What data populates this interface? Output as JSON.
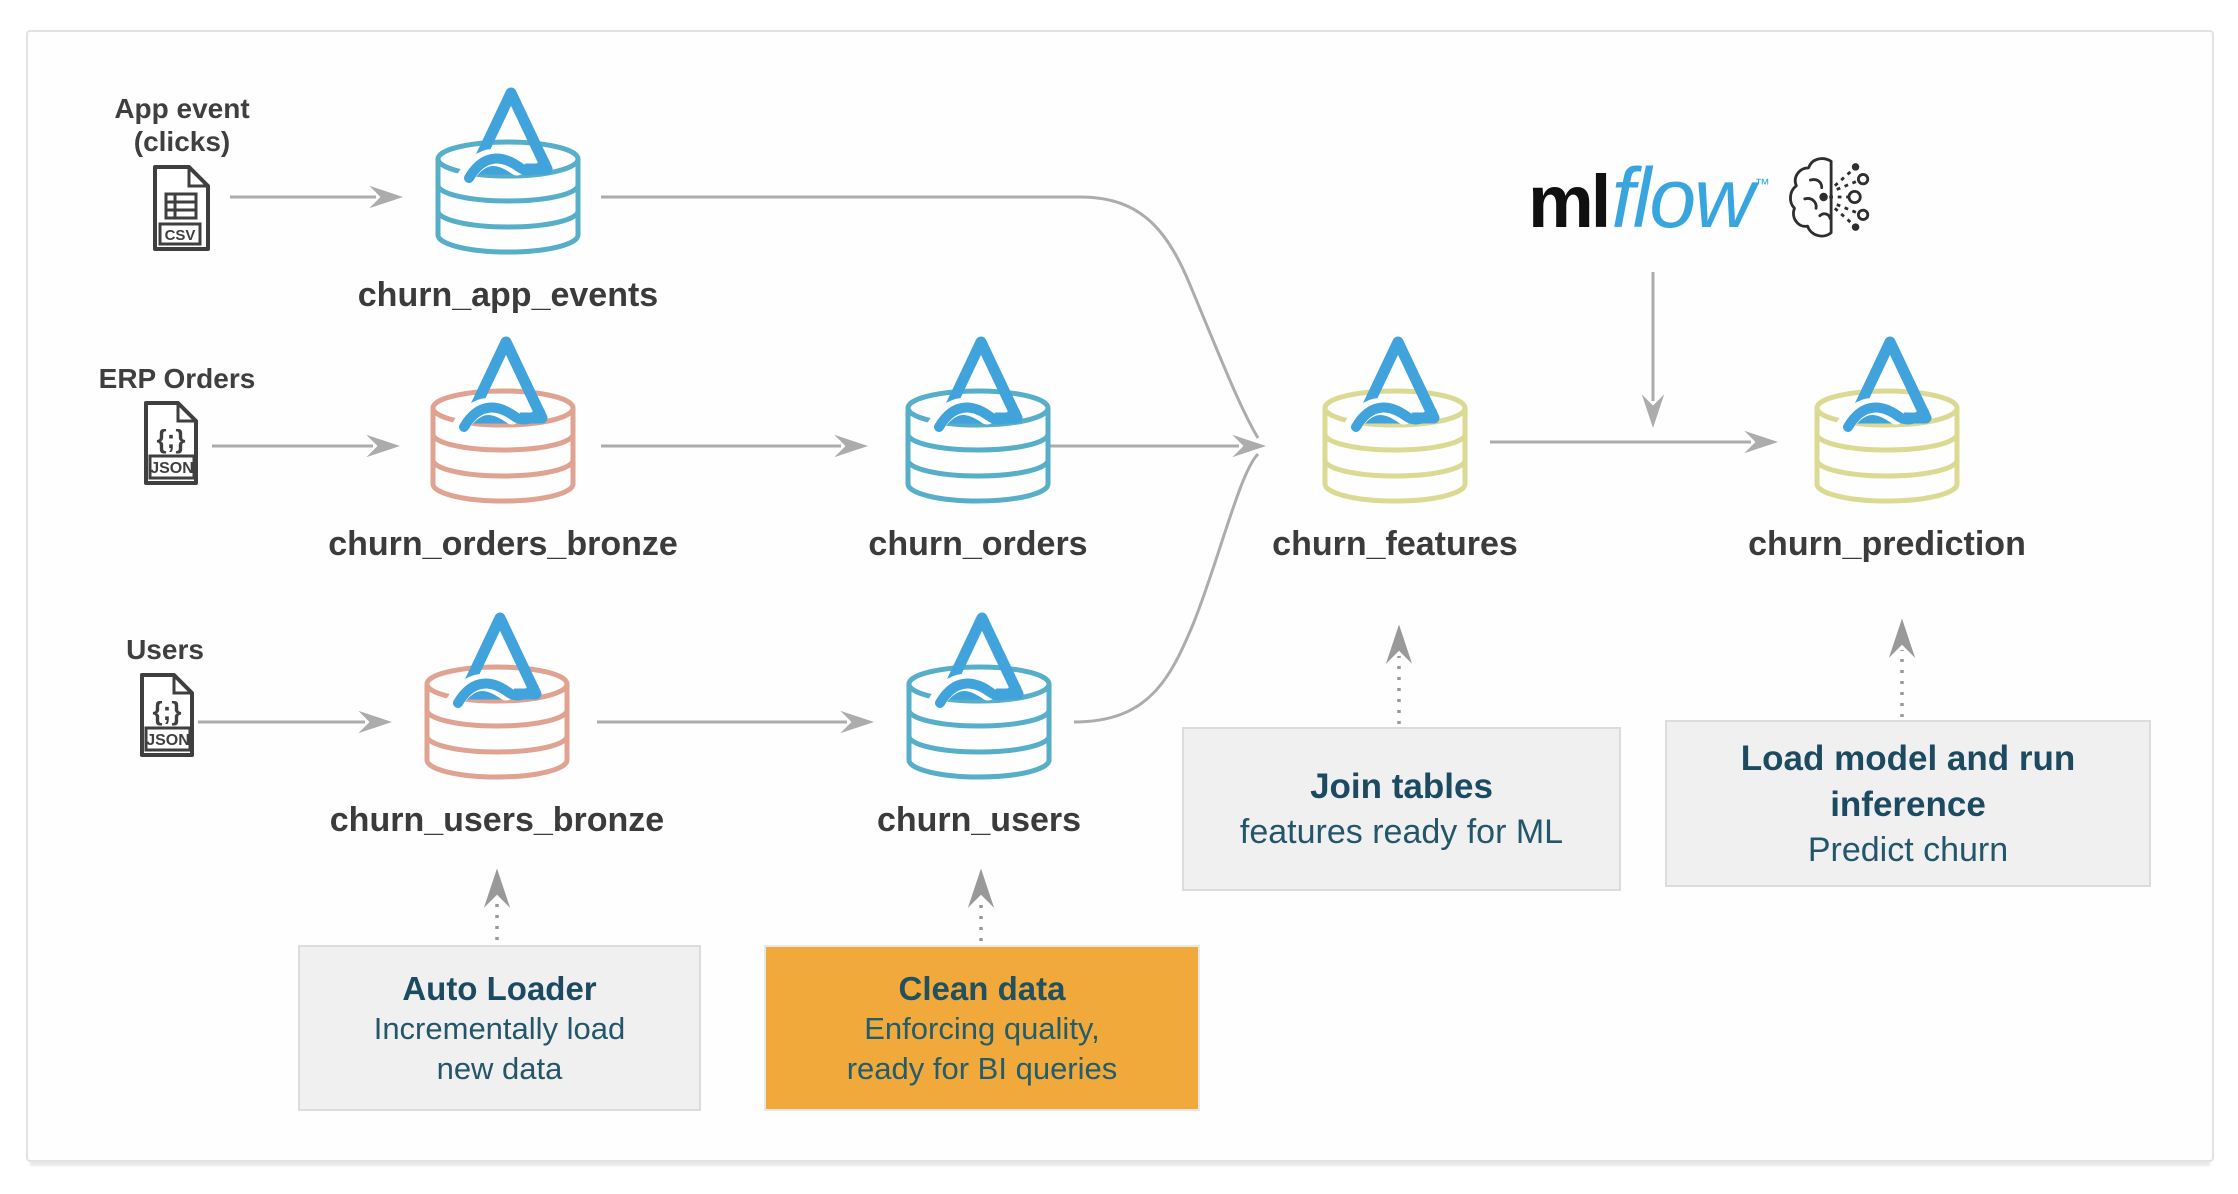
{
  "sources": [
    {
      "label_lines": [
        "App event",
        "(clicks)"
      ],
      "file_type": "CSV"
    },
    {
      "label_lines": [
        "ERP Orders"
      ],
      "file_type": "JSON",
      "glyph": "{;}"
    },
    {
      "label_lines": [
        "Users"
      ],
      "file_type": "JSON",
      "glyph": "{;}"
    }
  ],
  "tables": [
    {
      "name": "churn_app_events",
      "color": "#56aec9"
    },
    {
      "name": "churn_orders_bronze",
      "color": "#e0a291"
    },
    {
      "name": "churn_orders",
      "color": "#56aec9"
    },
    {
      "name": "churn_users_bronze",
      "color": "#e0a291"
    },
    {
      "name": "churn_users",
      "color": "#56aec9"
    },
    {
      "name": "churn_features",
      "color": "#dbda93"
    },
    {
      "name": "churn_prediction",
      "color": "#dbda93"
    }
  ],
  "callouts": [
    {
      "title_lines": [
        "Auto Loader"
      ],
      "body_lines": [
        "Incrementally load",
        "new data"
      ],
      "variant": "gray"
    },
    {
      "title_lines": [
        "Clean data"
      ],
      "body_lines": [
        "Enforcing quality,",
        "ready for BI queries"
      ],
      "variant": "orange"
    },
    {
      "title_lines": [
        "Join tables"
      ],
      "body_lines": [
        "features ready for ML"
      ],
      "variant": "gray"
    },
    {
      "title_lines": [
        "Load model and run",
        "inference"
      ],
      "body_lines": [
        "Predict churn"
      ],
      "variant": "gray"
    }
  ],
  "mlflow": {
    "ml": "ml",
    "flow": "flow",
    "tm": "™"
  },
  "colors": {
    "delta_blue": "#41a3dc",
    "teal": "#56aec9",
    "bronze_salmon": "#e0a291",
    "gold": "#dbda93",
    "arrow_gray": "#acacac",
    "dotted_gray": "#999999",
    "orange_box": "#f2a93b",
    "box_text_teal": "#1c4b61",
    "table_label": "#3b3b3b"
  }
}
